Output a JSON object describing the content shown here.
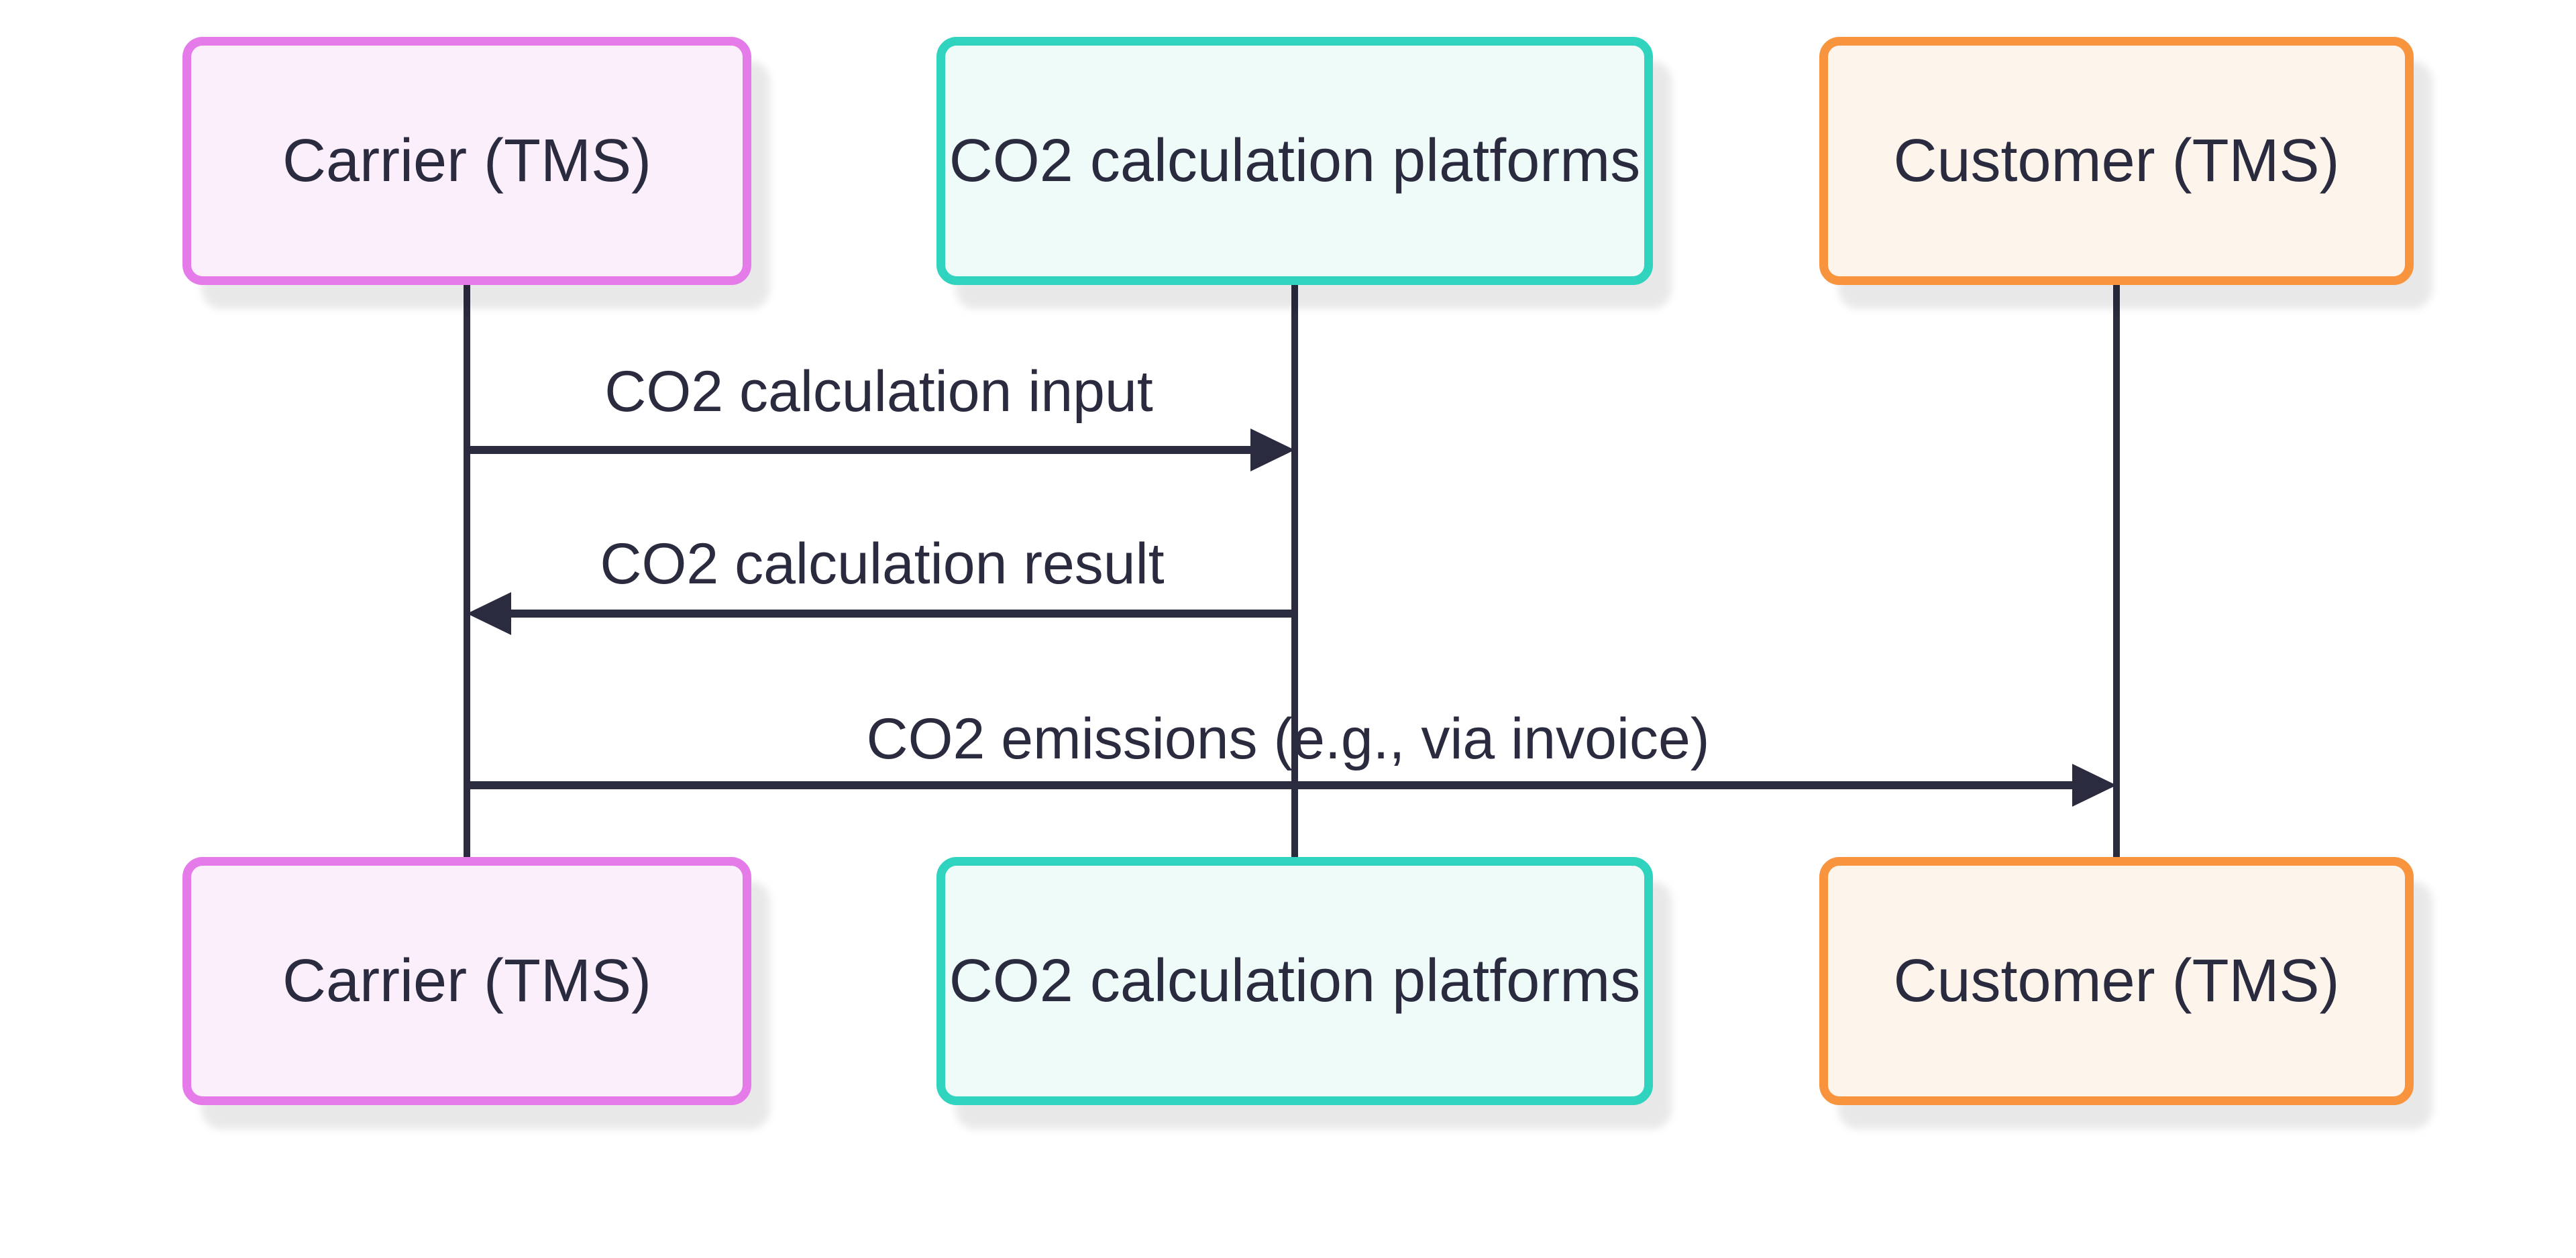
{
  "diagram": {
    "type": "sequence-diagram",
    "background_color": "#ffffff",
    "line_color": "#2b2b40",
    "text_color": "#2b2b40",
    "actors": [
      {
        "label": "Carrier (TMS)",
        "border_color": "#e57ae9",
        "fill_color": "#fbeffc"
      },
      {
        "label": "CO2 calculation platforms",
        "border_color": "#30d3be",
        "fill_color": "#eefbf8"
      },
      {
        "label": "Customer (TMS)",
        "border_color": "#f8943e",
        "fill_color": "#fdf4ec"
      }
    ],
    "messages": [
      {
        "label": "CO2 calculation input",
        "from": "Carrier (TMS)",
        "to": "CO2 calculation platforms",
        "direction": "right"
      },
      {
        "label": "CO2 calculation result",
        "from": "CO2 calculation platforms",
        "to": "Carrier (TMS)",
        "direction": "left"
      },
      {
        "label": "CO2 emissions (e.g., via invoice)",
        "from": "Carrier (TMS)",
        "to": "Customer (TMS)",
        "direction": "right"
      }
    ]
  }
}
